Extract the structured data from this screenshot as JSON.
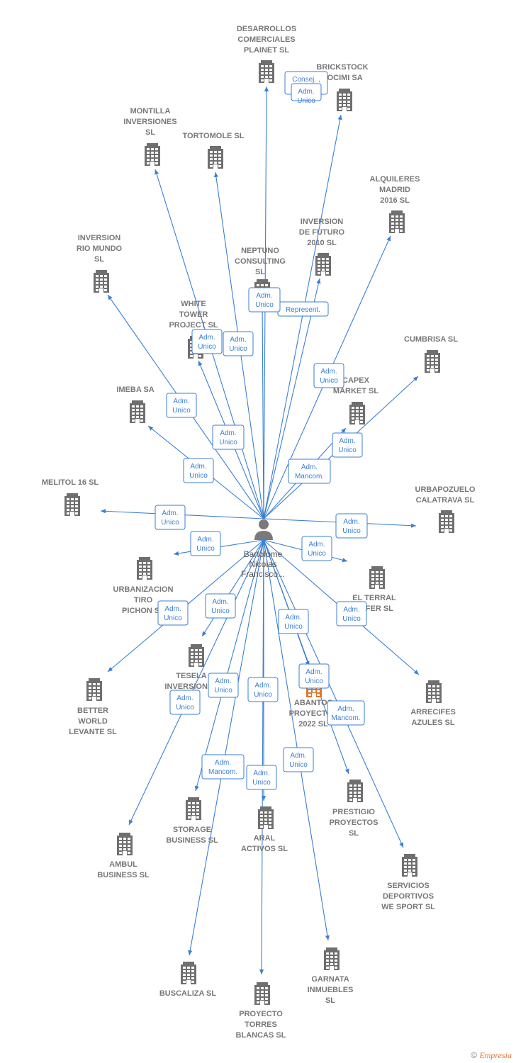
{
  "center": {
    "label_lines": [
      "Bartolome",
      "Nicolas",
      "Francisco..."
    ]
  },
  "colors": {
    "edge": "#3a7fd5",
    "building": "#6f6f6f",
    "building_highlight": "#e8742a",
    "label": "#777777"
  },
  "companies": [
    {
      "id": "desarrollos",
      "lines": [
        "DESARROLLOS",
        "COMERCIALES",
        "PLAINET SL"
      ]
    },
    {
      "id": "brickstock",
      "lines": [
        "BRICKSTOCK",
        "SOCIMI SA"
      ]
    },
    {
      "id": "montilla",
      "lines": [
        "MONTILLA",
        "INVERSIONES",
        "SL"
      ]
    },
    {
      "id": "tortomole",
      "lines": [
        "TORTOMOLE SL"
      ]
    },
    {
      "id": "alquileres",
      "lines": [
        "ALQUILERES",
        "MADRID",
        "2016 SL"
      ]
    },
    {
      "id": "inversion-futuro",
      "lines": [
        "INVERSION",
        "DE FUTURO",
        "2010 SL"
      ]
    },
    {
      "id": "inversion-rio",
      "lines": [
        "INVERSION",
        "RIO MUNDO",
        "SL"
      ]
    },
    {
      "id": "neptuno",
      "lines": [
        "NEPTUNO",
        "CONSULTING",
        "SL"
      ]
    },
    {
      "id": "white-tower",
      "lines": [
        "WHITE",
        "TOWER",
        "PROJECT SL"
      ]
    },
    {
      "id": "cumbrisa",
      "lines": [
        "CUMBRISA SL"
      ]
    },
    {
      "id": "capex",
      "lines": [
        "CAPEX",
        "MARKET SL"
      ]
    },
    {
      "id": "imeba",
      "lines": [
        "IMEBA SA"
      ]
    },
    {
      "id": "melitol",
      "lines": [
        "MELITOL 16 SL"
      ]
    },
    {
      "id": "urbapozuelo",
      "lines": [
        "URBAPOZUELO",
        "CALATRAVA SL"
      ]
    },
    {
      "id": "urbanizacion",
      "lines": [
        "URBANIZACION",
        "TIRO",
        "PICHON SL"
      ]
    },
    {
      "id": "el-terral",
      "lines": [
        "EL TERRAL",
        "LUFER SL"
      ]
    },
    {
      "id": "tesela",
      "lines": [
        "TESELA",
        "INVERSIONES"
      ]
    },
    {
      "id": "better-world",
      "lines": [
        "BETTER",
        "WORLD",
        "LEVANTE SL"
      ]
    },
    {
      "id": "abantos",
      "lines": [
        "ABANTOS",
        "PROYECTOS",
        "2022 SL"
      ]
    },
    {
      "id": "arrecifes",
      "lines": [
        "ARRECIFES",
        "AZULES SL"
      ]
    },
    {
      "id": "prestigio",
      "lines": [
        "PRESTIGIO",
        "PROYECTOS",
        "SL"
      ]
    },
    {
      "id": "storage",
      "lines": [
        "STORAGE",
        "BUSINESS SL"
      ]
    },
    {
      "id": "aral",
      "lines": [
        "ARAL",
        "ACTIVOS SL"
      ]
    },
    {
      "id": "ambul",
      "lines": [
        "AMBUL",
        "BUSINESS SL"
      ]
    },
    {
      "id": "servicios",
      "lines": [
        "SERVICIOS",
        "DEPORTIVOS",
        "WE SPORT SL"
      ]
    },
    {
      "id": "buscaliza",
      "lines": [
        "BUSCALIZA SL"
      ]
    },
    {
      "id": "garnata",
      "lines": [
        "GARNATA",
        "INMUEBLES",
        "SL"
      ]
    },
    {
      "id": "proyecto-torres",
      "lines": [
        "PROYECTO",
        "TORRES",
        "BLANCAS SL"
      ]
    }
  ],
  "relations": [
    {
      "to": "desarrollos",
      "lines": [
        "Consej. ,",
        "Consej...."
      ]
    },
    {
      "to": "brickstock",
      "lines": [
        "Adm.",
        "Unico"
      ]
    },
    {
      "to": "montilla",
      "lines": [
        "Adm.",
        "Unico"
      ]
    },
    {
      "to": "tortomole",
      "lines": [
        "Adm.",
        "Unico"
      ]
    },
    {
      "to": "alquileres",
      "lines": [
        "Adm.",
        "Unico"
      ]
    },
    {
      "to": "inversion-futuro",
      "lines": [
        "Represent."
      ]
    },
    {
      "to": "inversion-rio",
      "lines": [
        "Adm.",
        "Unico"
      ]
    },
    {
      "to": "neptuno",
      "lines": [
        "Adm.",
        "Unico"
      ]
    },
    {
      "to": "white-tower",
      "lines": [
        "Adm.",
        "Unico"
      ]
    },
    {
      "to": "cumbrisa",
      "lines": [
        "Adm.",
        "Unico"
      ]
    },
    {
      "to": "capex",
      "lines": [
        "Adm.",
        "Mancom."
      ]
    },
    {
      "to": "imeba",
      "lines": [
        "Adm.",
        "Unico"
      ]
    },
    {
      "to": "melitol",
      "lines": [
        "Adm.",
        "Unico"
      ]
    },
    {
      "to": "urbapozuelo",
      "lines": [
        "Adm.",
        "Unico"
      ]
    },
    {
      "to": "urbanizacion",
      "lines": [
        "Adm.",
        "Unico"
      ]
    },
    {
      "to": "el-terral",
      "lines": [
        "Adm.",
        "Unico"
      ]
    },
    {
      "to": "tesela",
      "lines": [
        "Adm.",
        "Unico"
      ]
    },
    {
      "to": "better-world",
      "lines": [
        "Adm.",
        "Unico"
      ]
    },
    {
      "to": "abantos",
      "lines": [
        "Adm.",
        "Unico"
      ]
    },
    {
      "to": "arrecifes",
      "lines": [
        "Adm.",
        "Unico"
      ]
    },
    {
      "to": "prestigio",
      "lines": [
        "Adm.",
        "Mancom."
      ]
    },
    {
      "to": "storage",
      "lines": [
        "Adm.",
        "Unico"
      ]
    },
    {
      "to": "aral",
      "lines": [
        "Adm.",
        "Unico"
      ]
    },
    {
      "to": "ambul",
      "lines": [
        "Adm.",
        "Unico"
      ]
    },
    {
      "to": "servicios",
      "lines": [
        "Adm.",
        "Unico"
      ]
    },
    {
      "to": "buscaliza",
      "lines": [
        "Adm.",
        "Mancom."
      ]
    },
    {
      "to": "garnata",
      "lines": [
        "Adm.",
        "Unico"
      ]
    },
    {
      "to": "proyecto-torres",
      "lines": [
        "Adm.",
        "Unico"
      ]
    }
  ],
  "footer": {
    "copyright": "©",
    "brand": "Empresia"
  }
}
